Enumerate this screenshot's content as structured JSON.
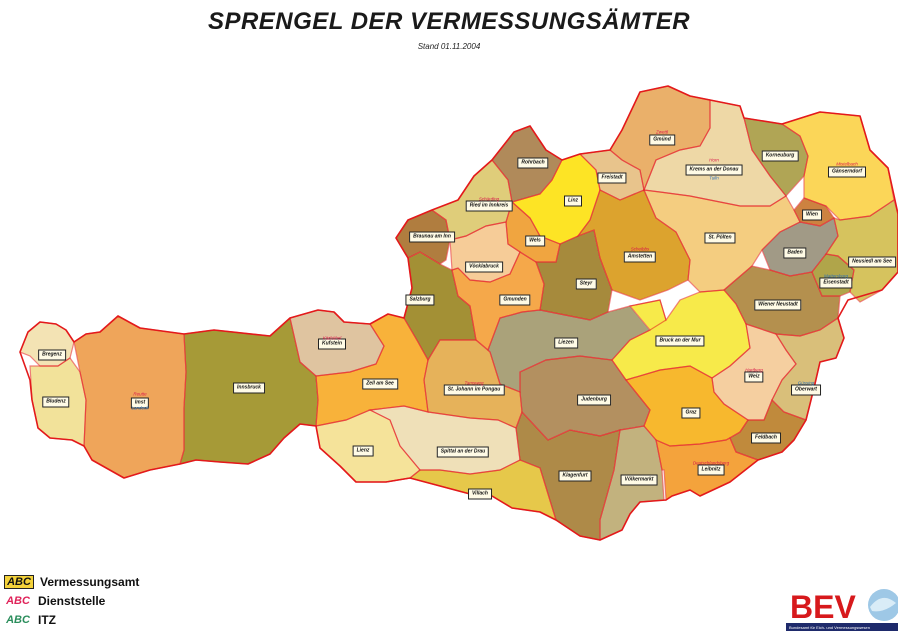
{
  "map": {
    "title": "SPRENGEL DER VERMESSUNGSÄMTER",
    "subtitle": "Stand 01.11.2004",
    "offices": [
      {
        "id": "bregenz",
        "name": "Bregenz",
        "color": "#f3e3b4"
      },
      {
        "id": "bludenz",
        "name": "Bludenz",
        "color": "#f2e29a"
      },
      {
        "id": "imst",
        "name": "Imst",
        "color": "#efa55a"
      },
      {
        "id": "innsbruck",
        "name": "Innsbruck",
        "color": "#a69a37"
      },
      {
        "id": "kufstein",
        "name": "Kufstein",
        "color": "#dfc4a0"
      },
      {
        "id": "zell",
        "name": "Zell am See",
        "color": "#f8b23a"
      },
      {
        "id": "lienz",
        "name": "Lienz",
        "color": "#f5e39a"
      },
      {
        "id": "spittal",
        "name": "Spittal an der Drau",
        "color": "#efe0b8"
      },
      {
        "id": "villach",
        "name": "Villach",
        "color": "#e6c84a"
      },
      {
        "id": "stjohann",
        "name": "St. Johann im Pongau",
        "color": "#e6b25a"
      },
      {
        "id": "salzburg",
        "name": "Salzburg",
        "color": "#a39035"
      },
      {
        "id": "braunau",
        "name": "Braunau am Inn",
        "color": "#b07d3f"
      },
      {
        "id": "ried",
        "name": "Ried im Innkreis",
        "color": "#dfcd7a"
      },
      {
        "id": "rohrbach",
        "name": "Rohrbach",
        "color": "#b08a5a"
      },
      {
        "id": "linz",
        "name": "Linz",
        "color": "#fde425"
      },
      {
        "id": "freistadt",
        "name": "Freistadt",
        "color": "#e8c48c"
      },
      {
        "id": "wels",
        "name": "Wels",
        "color": "#f0a540"
      },
      {
        "id": "voecklabruck",
        "name": "Vöcklabruck",
        "color": "#f6cc98"
      },
      {
        "id": "gmunden",
        "name": "Gmunden",
        "color": "#f5a84a"
      },
      {
        "id": "steyr",
        "name": "Steyr",
        "color": "#a68a3c"
      },
      {
        "id": "liezen",
        "name": "Liezen",
        "color": "#aaa27a"
      },
      {
        "id": "judenburg",
        "name": "Judenburg",
        "color": "#b39060"
      },
      {
        "id": "klagenfurt",
        "name": "Klagenfurt",
        "color": "#ae8a48"
      },
      {
        "id": "voelkermarkt",
        "name": "Völkermarkt",
        "color": "#c2b27e"
      },
      {
        "id": "amstetten",
        "name": "Amstetten",
        "color": "#dca32e"
      },
      {
        "id": "gmuend",
        "name": "Gmünd",
        "color": "#eab06a"
      },
      {
        "id": "krems",
        "name": "Krems an der Donau",
        "color": "#eed8a6"
      },
      {
        "id": "korneuburg",
        "name": "Korneuburg",
        "color": "#b0a555"
      },
      {
        "id": "gaenserndorf",
        "name": "Gänserndorf",
        "color": "#fbd658"
      },
      {
        "id": "wien",
        "name": "Wien",
        "color": "#cd8240"
      },
      {
        "id": "stpoelten",
        "name": "St. Pölten",
        "color": "#f4cd80"
      },
      {
        "id": "baden",
        "name": "Baden",
        "color": "#a19a86"
      },
      {
        "id": "neusiedl",
        "name": "Neusiedl am See",
        "color": "#d6c35e"
      },
      {
        "id": "eisenstadt",
        "name": "Eisenstadt",
        "color": "#b0a54a"
      },
      {
        "id": "wrneustadt",
        "name": "Wiener Neustadt",
        "color": "#b4904e"
      },
      {
        "id": "bruck",
        "name": "Bruck an der Mur",
        "color": "#f7ea4a"
      },
      {
        "id": "weiz",
        "name": "Weiz",
        "color": "#f5cfa0"
      },
      {
        "id": "oberwart",
        "name": "Oberwart",
        "color": "#d9bf7a"
      },
      {
        "id": "graz",
        "name": "Graz",
        "color": "#f7b82e"
      },
      {
        "id": "feldbach",
        "name": "Feldbach",
        "color": "#c08a3c"
      },
      {
        "id": "leibnitz",
        "name": "Leibnitz",
        "color": "#f4a33c"
      }
    ],
    "sublabels": [
      {
        "text": "Reutte",
        "cls": "red"
      },
      {
        "text": "Landeck",
        "cls": "blue"
      },
      {
        "text": "Kitzbühel",
        "cls": "red"
      },
      {
        "text": "Tamsweg",
        "cls": "red"
      },
      {
        "text": "Zwettl",
        "cls": "red"
      },
      {
        "text": "Horn",
        "cls": "red"
      },
      {
        "text": "Tulln",
        "cls": "blue"
      },
      {
        "text": "Mistelbach",
        "cls": "red"
      },
      {
        "text": "Schärding",
        "cls": "red"
      },
      {
        "text": "Scheibbs",
        "cls": "red"
      },
      {
        "text": "Hartberg",
        "cls": "red"
      },
      {
        "text": "Güssing",
        "cls": "blue"
      },
      {
        "text": "Mattersburg",
        "cls": "blue"
      },
      {
        "text": "Deutschlandsberg",
        "cls": "red"
      }
    ]
  },
  "legend": [
    {
      "symbol": "ABC",
      "label": "Vermessungsamt",
      "style": "v"
    },
    {
      "symbol": "ABC",
      "label": "Dienststelle",
      "style": "d"
    },
    {
      "symbol": "ABC",
      "label": "ITZ",
      "style": "i"
    }
  ],
  "logo": {
    "text": "BEV",
    "caption": "Bundesamt für Eich- und Vermessungswesen",
    "color": "#d7191c"
  }
}
